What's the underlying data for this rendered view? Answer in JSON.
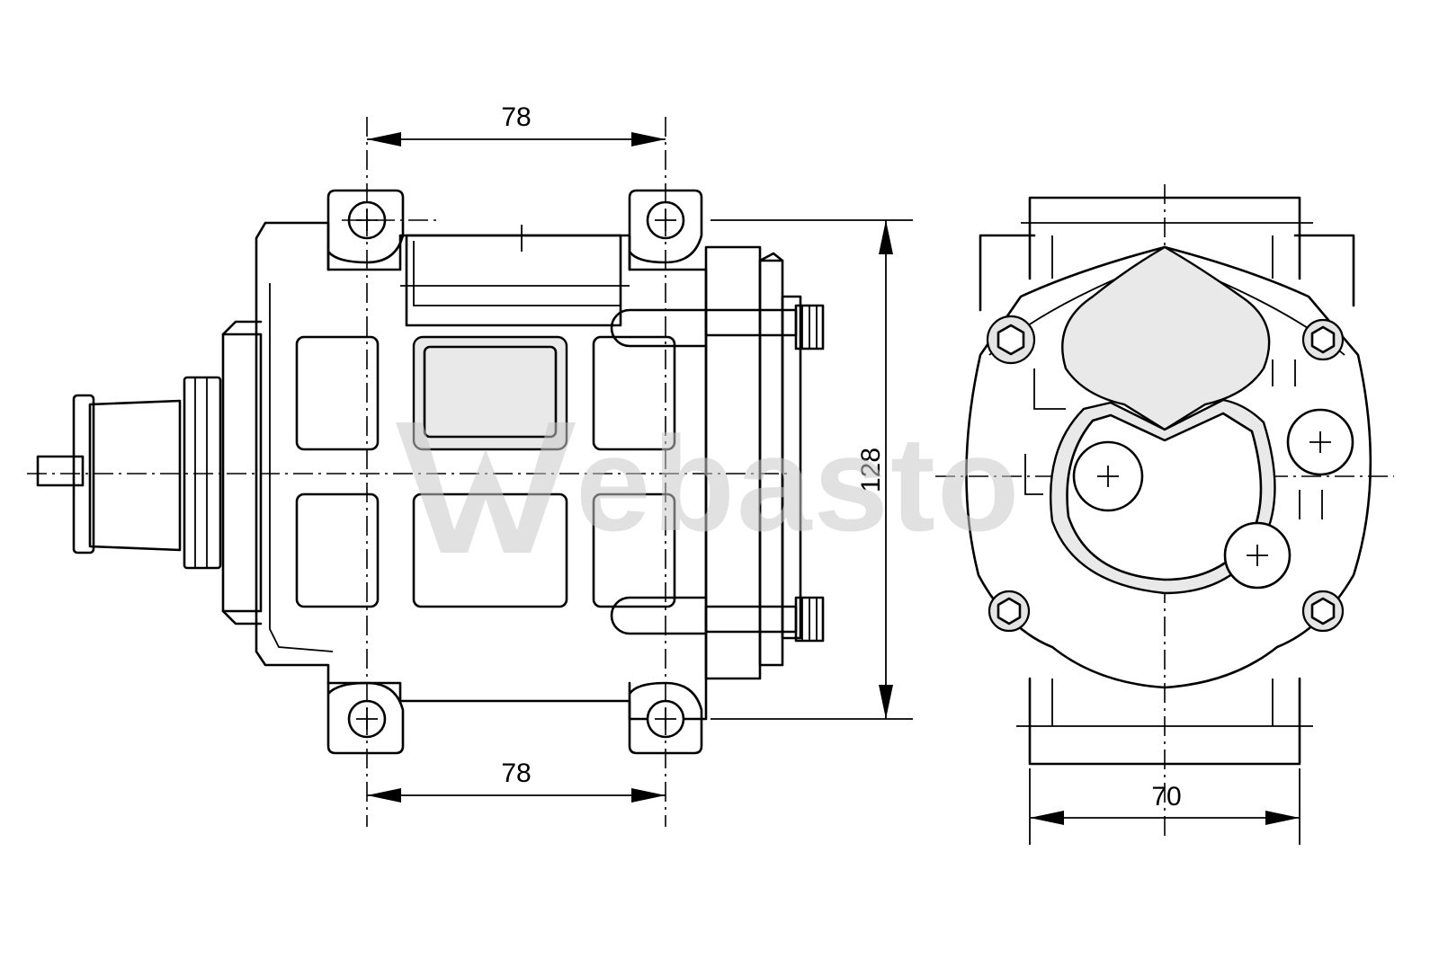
{
  "dimensions": {
    "top_width": "78",
    "bottom_width": "78",
    "height": "128",
    "side_width": "70"
  },
  "watermark": {
    "text": "ebasto"
  },
  "colors": {
    "line": "#000000",
    "background": "#ffffff",
    "watermark": "#c8c8c8"
  }
}
